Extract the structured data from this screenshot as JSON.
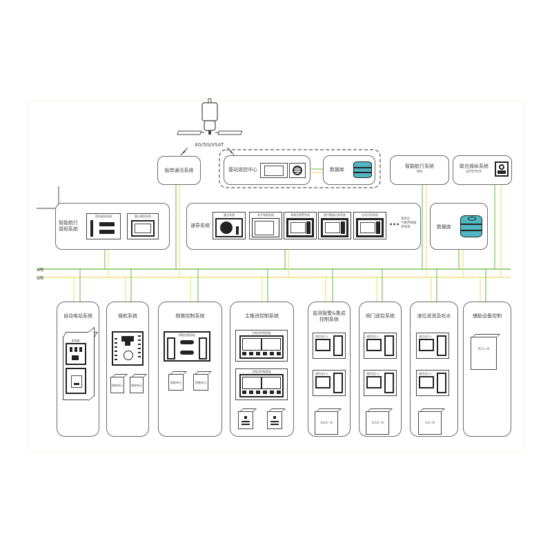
{
  "diagram": {
    "title": "船舶智能集成控制系统架构",
    "satellite": {
      "link_label": "4G/5G/VSAT",
      "icon": "satellite-icon"
    },
    "top_row": {
      "ship_comm": {
        "label": "船岸通讯系统"
      },
      "shore_group": {
        "control_center": {
          "label": "基站遥控中心"
        },
        "database": {
          "label": "数据库"
        }
      },
      "ins": {
        "label": "智能航行系统",
        "sublabel": "INS"
      },
      "joystick": {
        "label": "联合操纵系统",
        "sublabel": "JOYSTICK"
      }
    },
    "middle_row": {
      "perception": {
        "label_line1": "智能航行",
        "label_line2": "感知系统",
        "devices": [
          {
            "label": "视觉感知系统"
          },
          {
            "label": "雷达感知系统"
          }
        ]
      },
      "navigation": {
        "label": "通导系统",
        "devices": [
          {
            "label": "雷达系统"
          },
          {
            "label": "电子海图系统"
          },
          {
            "label": "驾驶台报警系统"
          },
          {
            "label": "航行数据记录系统"
          },
          {
            "label": "自动识别系统"
          }
        ],
        "more_symbol": "•••",
        "more_text": [
          "测深仪",
          "气象传感器",
          "罗经等"
        ]
      },
      "database": {
        "label": "数据库"
      }
    },
    "bus": {
      "a_label": "A网",
      "b_label": "B网",
      "a_color": "#7cc35c",
      "b_color": "#e8e47a"
    },
    "bottom_row": [
      {
        "label": "自动电站系统",
        "cabinet": {
          "header": "配电板"
        }
      },
      {
        "label": "操舵系统",
        "units": [
          "操舵单元",
          "操舵单元"
        ]
      },
      {
        "label": "侧推控制系统",
        "panel_title": "侧推控制面板",
        "units": [
          "侧推单元",
          "侧推单元"
        ]
      },
      {
        "label": "主推进控制系统",
        "panel_titles": [
          "主推进控制面板",
          "主推进控制面板"
        ]
      },
      {
        "label_line1": "监测报警&集成",
        "label_line2": "控制系统",
        "screens": [
          "操作站1-n",
          "操作站1-n"
        ],
        "unit": "SAU1~N"
      },
      {
        "label": "阀门遥控系统",
        "screens": [
          "阀控站1-n",
          "操作站1-n"
        ],
        "unit": "VCU1~N"
      },
      {
        "label": "液位遥测及吃水",
        "screens": [
          "液位站1-n",
          "操作站1-n"
        ],
        "unit": "LU1~N"
      },
      {
        "label": "辅助设备控制",
        "unit": "PLC1~N"
      }
    ]
  },
  "colors": {
    "border": "#6e6a66",
    "db_fill": "#4fb6c2",
    "bus_a": "#7cc35c",
    "bus_b": "#e8e47a"
  }
}
